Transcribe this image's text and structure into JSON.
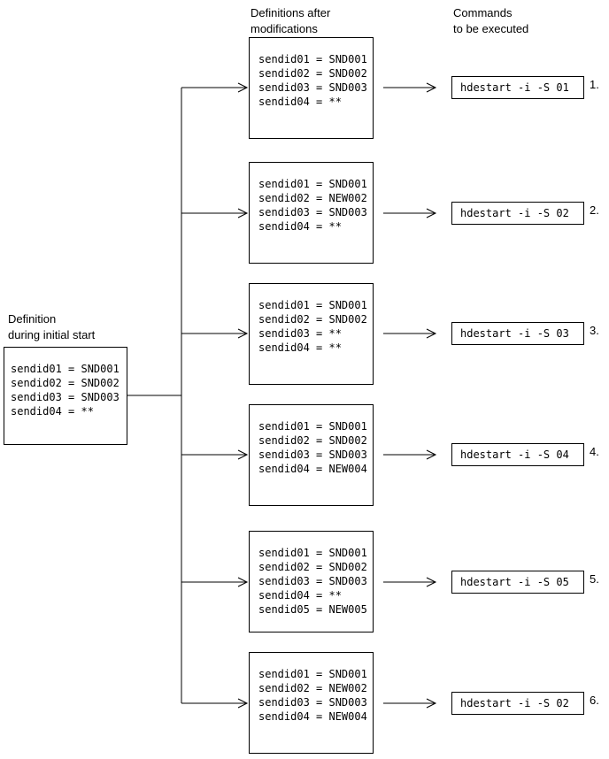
{
  "headers": {
    "initial_label": [
      "Definition",
      "during initial start"
    ],
    "definitions_header": [
      "Definitions after",
      "modifications"
    ],
    "commands_header": [
      "Commands",
      "to be executed"
    ]
  },
  "initial_definition": {
    "lines": [
      "sendid01 = SND001",
      "sendid02 = SND002",
      "sendid03 = SND003",
      "sendid04 = **"
    ]
  },
  "rows": [
    {
      "number": "1.",
      "command": "hdestart -i -S 01",
      "definitions": [
        "sendid01 = SND001",
        "sendid02 = SND002",
        "sendid03 = SND003",
        "sendid04 = **"
      ]
    },
    {
      "number": "2.",
      "command": "hdestart -i -S 02",
      "definitions": [
        "sendid01 = SND001",
        "sendid02 = NEW002",
        "sendid03 = SND003",
        "sendid04 = **"
      ]
    },
    {
      "number": "3.",
      "command": "hdestart -i -S 03",
      "definitions": [
        "sendid01 = SND001",
        "sendid02 = SND002",
        "sendid03 = **",
        "sendid04 = **"
      ]
    },
    {
      "number": "4.",
      "command": "hdestart -i -S 04",
      "definitions": [
        "sendid01 = SND001",
        "sendid02 = SND002",
        "sendid03 = SND003",
        "sendid04 = NEW004"
      ]
    },
    {
      "number": "5.",
      "command": "hdestart -i -S 05",
      "definitions": [
        "sendid01 = SND001",
        "sendid02 = SND002",
        "sendid03 = SND003",
        "sendid04 = **",
        "sendid05 = NEW005"
      ]
    },
    {
      "number": "6.",
      "command": "hdestart -i -S 02",
      "definitions": [
        "sendid01 = SND001",
        "sendid02 = NEW002",
        "sendid03 = SND003",
        "sendid04 = NEW004"
      ]
    }
  ],
  "colors": {
    "ink": "#000000",
    "background": "#ffffff"
  }
}
